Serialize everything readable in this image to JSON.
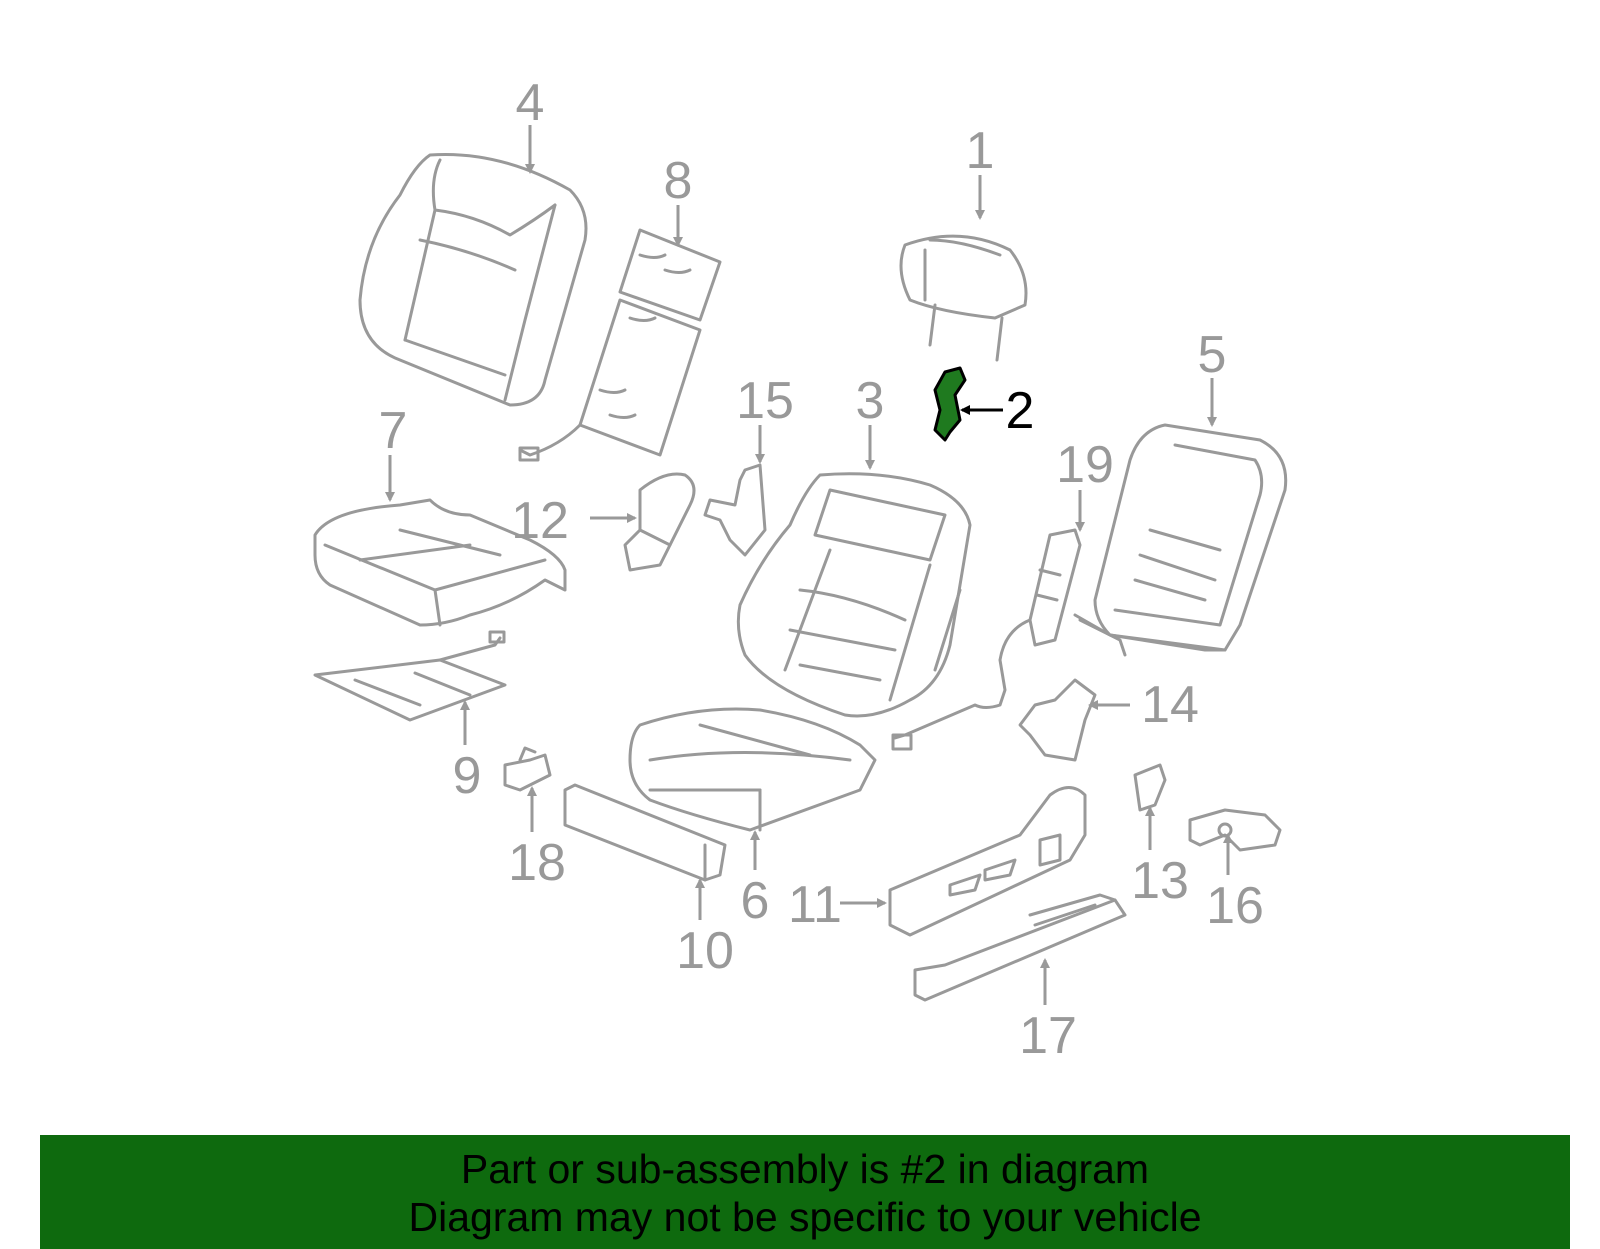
{
  "colors": {
    "line_gray": "#999999",
    "highlight_green": "#1f7a1f",
    "banner_green": "#0e6a0e",
    "text_black": "#000000"
  },
  "callouts": {
    "c1": "1",
    "c2": "2",
    "c3": "3",
    "c4": "4",
    "c5": "5",
    "c6": "6",
    "c7": "7",
    "c8": "8",
    "c9": "9",
    "c10": "10",
    "c11": "11",
    "c12": "12",
    "c13": "13",
    "c14": "14",
    "c15": "15",
    "c16": "16",
    "c17": "17",
    "c18": "18",
    "c19": "19"
  },
  "banner": {
    "line1": "Part or sub-assembly is #2 in diagram",
    "line2": "Diagram may not be specific to your vehicle"
  }
}
